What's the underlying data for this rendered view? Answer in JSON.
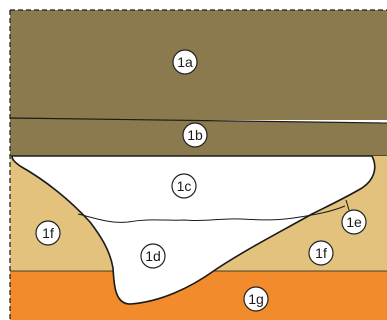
{
  "colors": {
    "layer_1a": "#8b7a4d",
    "layer_1b": "#8b7a4d",
    "layer_1f": "#e2c27c",
    "layer_1g": "#f28b2c",
    "infill": "#ffffff",
    "outline": "#1a1a1a",
    "badge_fill": "#ffffff",
    "badge_stroke": "#222222"
  },
  "labels": {
    "l1a": "1a",
    "l1b": "1b",
    "l1c": "1c",
    "l1d": "1d",
    "l1e": "1e",
    "l1f_left": "1f",
    "l1f_right": "1f",
    "l1g": "1g"
  }
}
